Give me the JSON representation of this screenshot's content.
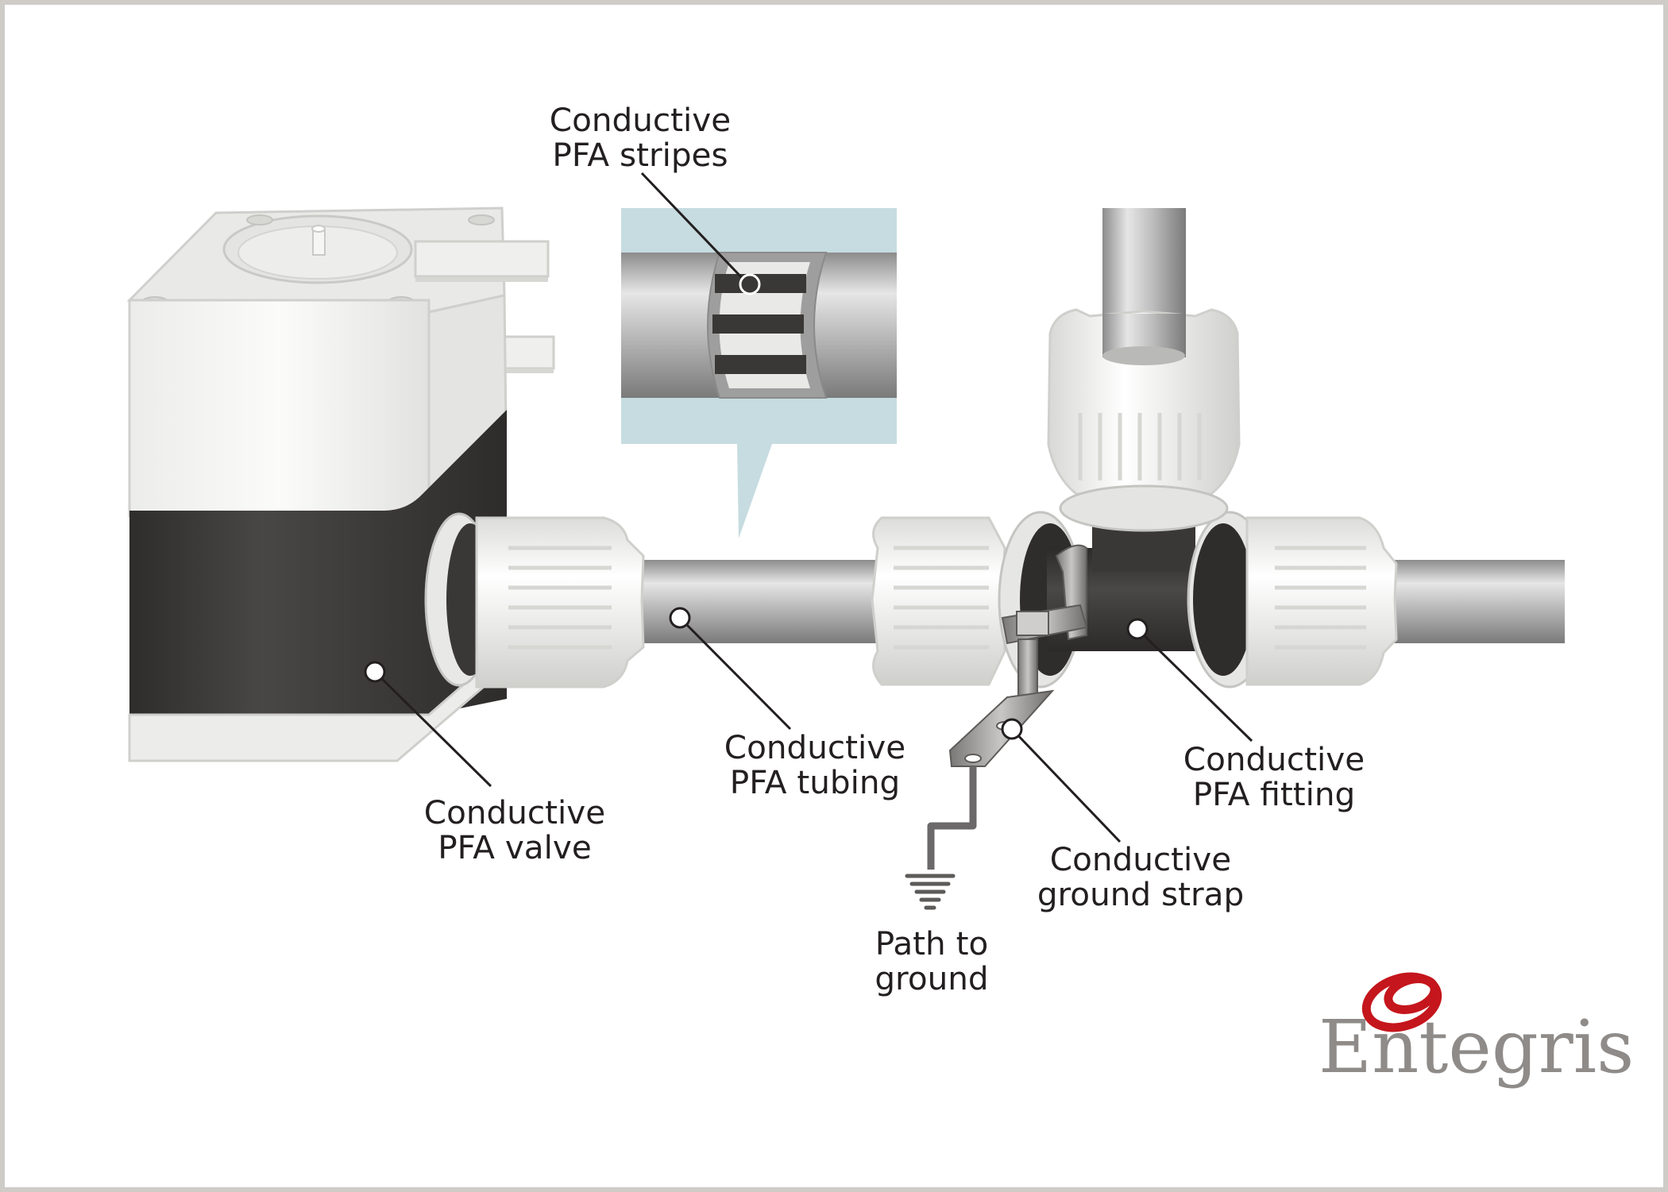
{
  "labels": {
    "stripes": [
      "Conductive",
      "PFA stripes"
    ],
    "tubing": [
      "Conductive",
      "PFA tubing"
    ],
    "valve": [
      "Conductive",
      "PFA valve"
    ],
    "fitting": [
      "Conductive",
      "PFA fitting"
    ],
    "strap": [
      "Conductive",
      "ground strap"
    ],
    "ground": [
      "Path to",
      "ground"
    ]
  },
  "logo": {
    "wordmark": "Entegris",
    "icon": "entegris-rings-icon"
  },
  "colors": {
    "conductive_dark": "#3a3836",
    "pfa_white": "#f1f1ef",
    "tube_gray": "#b4b4b4",
    "inset_background": "#c6dce0",
    "logo_red": "#c4161c",
    "logo_gray": "#8e8b89",
    "frame_border": "#cfccc8"
  },
  "icons": [
    "ground-symbol-icon",
    "entegris-rings-icon"
  ]
}
